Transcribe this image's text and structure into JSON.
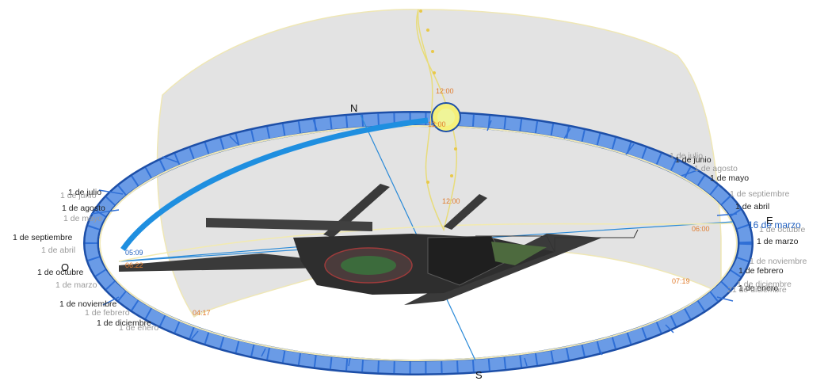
{
  "cardinals": {
    "north": "N",
    "south": "S",
    "east": "E",
    "west": "O"
  },
  "sun_times": {
    "noon_top": "12:00",
    "noon_sun": "12:00",
    "noon_lower": "12:00"
  },
  "west_labels": {
    "jul": "1 de julio",
    "jun": "1 de junio",
    "aug": "1 de agosto",
    "may": "1 de mayo",
    "sep": "1 de septiembre",
    "apr": "1 de abril",
    "oct": "1 de octubre",
    "mar": "1 de marzo",
    "nov": "1 de noviembre",
    "feb": "1 de febrero",
    "dec": "1 de diciembre",
    "jan": "1 de enero"
  },
  "east_labels": {
    "jul": "1 de julio",
    "jun": "1 de junio",
    "aug": "1 de agosto",
    "may": "1 de mayo",
    "sep": "1 de septiembre",
    "apr": "1 de abril",
    "mar16": "16 de marzo",
    "oct": "1 de octubre",
    "mar": "1 de marzo",
    "nov": "1 de noviembre",
    "feb": "1 de febrero",
    "dec": "1 de diciembre",
    "jan": "1 de enero",
    "dec21": "21 de diciembre"
  },
  "hours": {
    "h0509": "05:09",
    "h0622": "06:22",
    "h0600": "06:00",
    "h0719": "07:19",
    "h0417": "04:17"
  },
  "colors": {
    "ring": "#2f6fd6",
    "ring_dark": "#1d4fa8",
    "dome": "#e4e4e4",
    "dome_edge": "#f2eab0",
    "path": "#1f8fe0",
    "analemma": "#e8dc7a",
    "sun": "#f5f07a",
    "terrain": "#3a3a3a"
  }
}
